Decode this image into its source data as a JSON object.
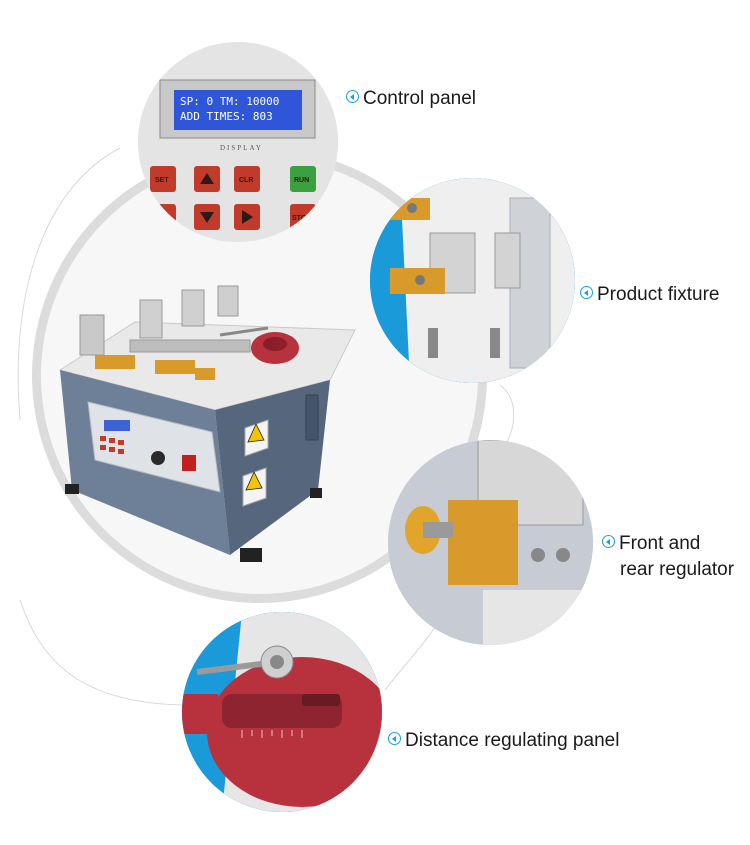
{
  "callouts": {
    "control_panel": "Control panel",
    "product_fixture": "Product fixture",
    "front_rear_regulator_line1": "Front and",
    "front_rear_regulator_line2": "rear regulator",
    "distance_regulating_panel": "Distance regulating panel"
  },
  "lcd": {
    "line1": "SP:  0 TM: 10000",
    "line2": "ADD TIMES:   803",
    "caption": "DISPLAY"
  },
  "buttons": {
    "set": "SET",
    "clr": "CLR",
    "run": "RUN",
    "stop": "STOP"
  },
  "colors": {
    "accent": "#1aa0d8",
    "machine_body": "#6a7c96",
    "button_red": "#c23a2a",
    "button_green": "#3aa040",
    "distance_plate": "#b8323e",
    "regulator_gold": "#d89a2a"
  }
}
